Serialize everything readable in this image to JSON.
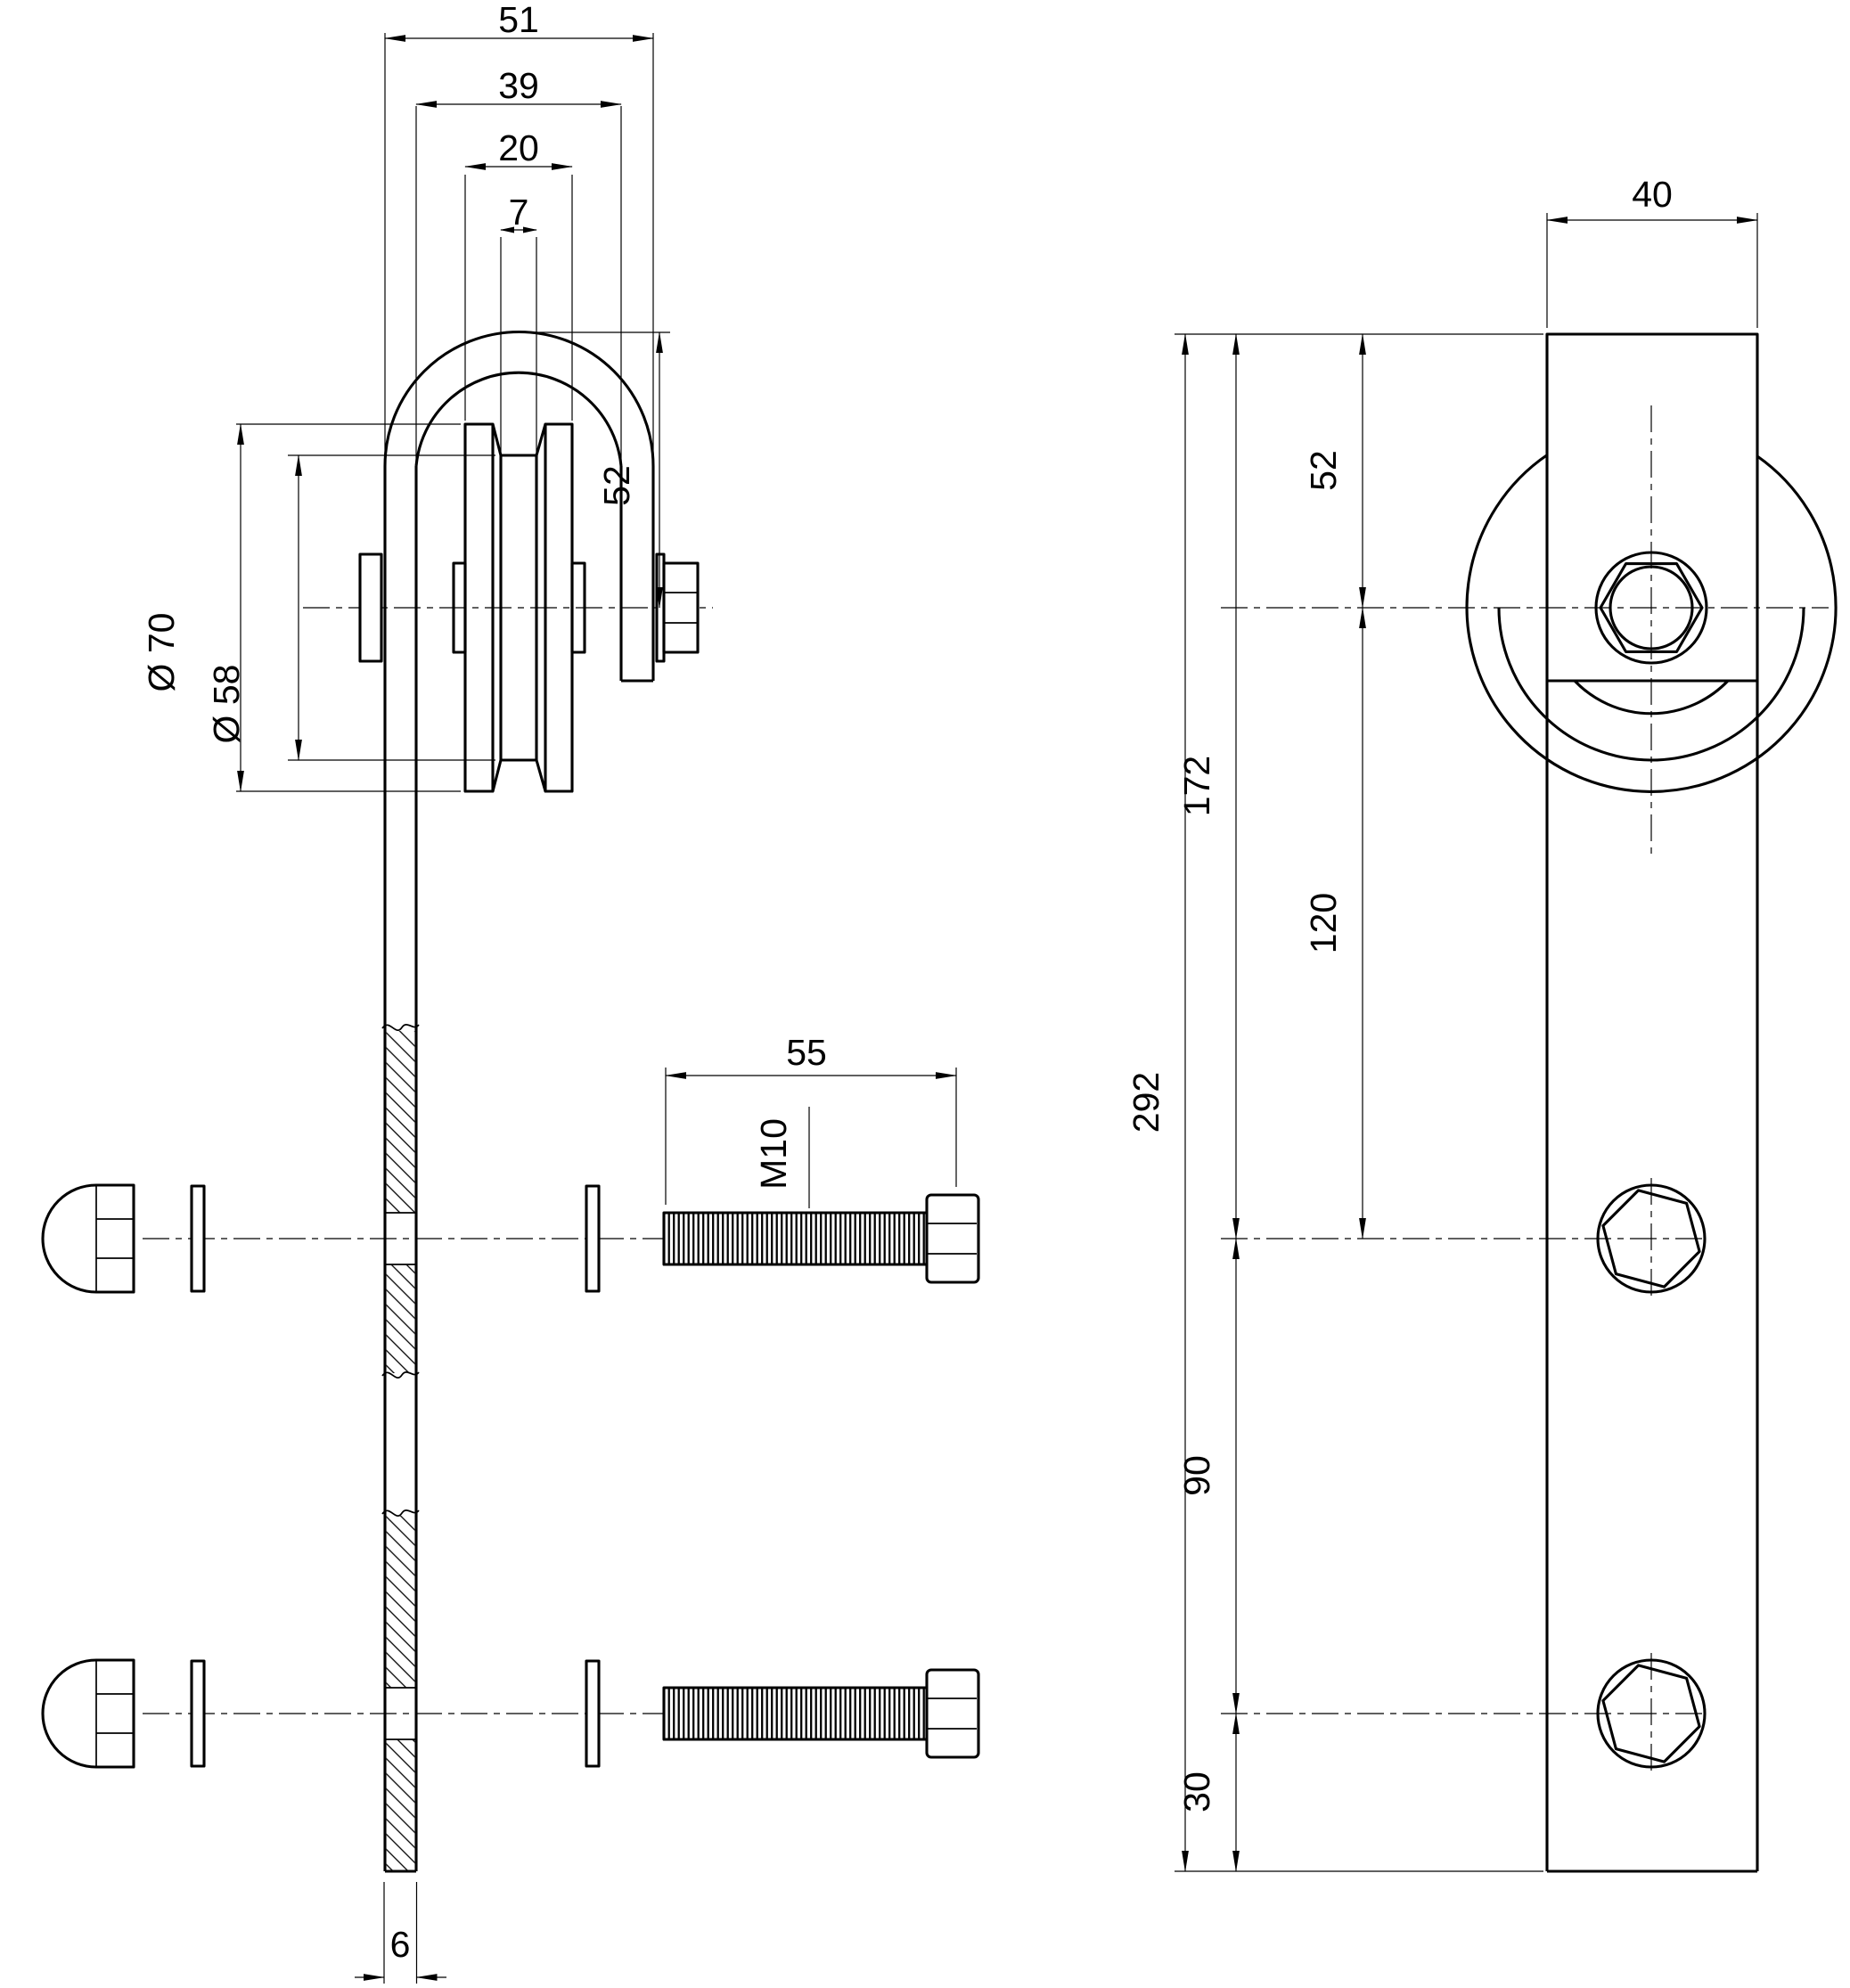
{
  "side_view": {
    "top_dims": {
      "outer_width": "51",
      "inner_width": "39",
      "wheel_width": "20",
      "groove_width": "7"
    },
    "diameters": {
      "wheel": "Ø 70",
      "groove": "Ø 58"
    },
    "height_to_axle": "52",
    "strap_thickness": "6",
    "bolt": {
      "length": "55",
      "thread": "M10"
    }
  },
  "front_view": {
    "strap_width": "40",
    "top_to_axle": "52",
    "top_to_middle_hole": "172",
    "axle_to_middle_hole": "120",
    "middle_to_bottom_hole": "90",
    "bottom_hole_to_end": "30",
    "total_length": "292"
  },
  "style": {
    "line_color": "#000000",
    "background": "#ffffff"
  }
}
